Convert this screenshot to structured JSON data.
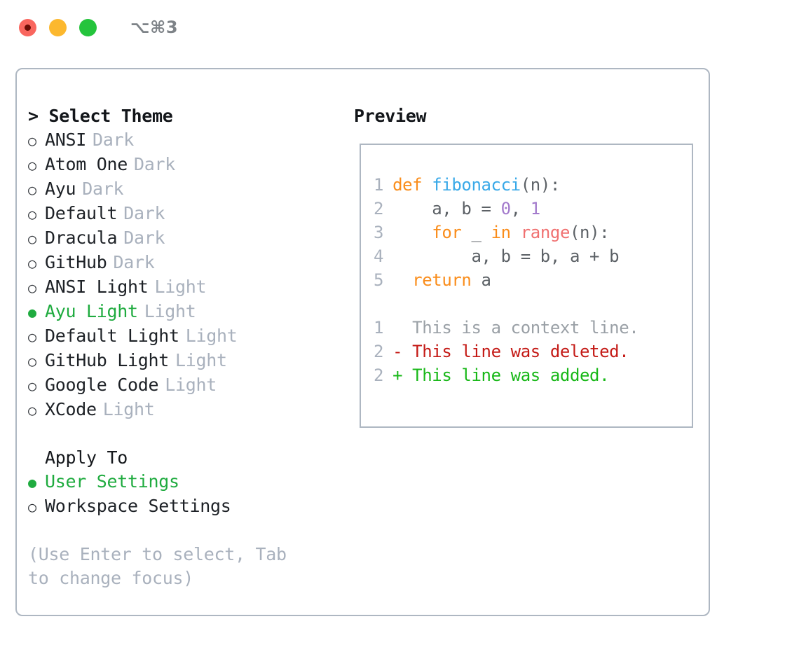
{
  "titlebar": {
    "shortcut": "⌥⌘3",
    "buttons": [
      {
        "name": "close",
        "color": "#f9665e"
      },
      {
        "name": "minimize",
        "color": "#fcb82e"
      },
      {
        "name": "maximize",
        "color": "#24c43c"
      }
    ]
  },
  "theme_section": {
    "header": "> Select Theme",
    "options": [
      {
        "bullet": "○",
        "label": "ANSI",
        "variant": "Dark",
        "selected": false
      },
      {
        "bullet": "○",
        "label": "Atom One",
        "variant": "Dark",
        "selected": false
      },
      {
        "bullet": "○",
        "label": "Ayu",
        "variant": "Dark",
        "selected": false
      },
      {
        "bullet": "○",
        "label": "Default",
        "variant": "Dark",
        "selected": false
      },
      {
        "bullet": "○",
        "label": "Dracula",
        "variant": "Dark",
        "selected": false
      },
      {
        "bullet": "○",
        "label": "GitHub",
        "variant": "Dark",
        "selected": false
      },
      {
        "bullet": "○",
        "label": "ANSI Light",
        "variant": "Light",
        "selected": false
      },
      {
        "bullet": "●",
        "label": "Ayu Light",
        "variant": "Light",
        "selected": true
      },
      {
        "bullet": "○",
        "label": "Default Light",
        "variant": "Light",
        "selected": false
      },
      {
        "bullet": "○",
        "label": "GitHub Light",
        "variant": "Light",
        "selected": false
      },
      {
        "bullet": "○",
        "label": "Google Code",
        "variant": "Light",
        "selected": false
      },
      {
        "bullet": "○",
        "label": "XCode",
        "variant": "Light",
        "selected": false
      }
    ]
  },
  "apply_section": {
    "header": "Apply To",
    "options": [
      {
        "bullet": "●",
        "label": "User Settings",
        "selected": true
      },
      {
        "bullet": "○",
        "label": "Workspace Settings",
        "selected": false
      }
    ]
  },
  "hint": "(Use Enter to select, Tab to change focus)",
  "preview": {
    "title": "Preview",
    "code_lines": [
      {
        "lineno": "1",
        "tokens": [
          {
            "text": "def ",
            "style": "kw"
          },
          {
            "text": "fibonacci",
            "style": "fn"
          },
          {
            "text": "(n):",
            "style": "pl"
          }
        ]
      },
      {
        "lineno": "2",
        "tokens": [
          {
            "text": "    a, b = ",
            "style": "pl"
          },
          {
            "text": "0",
            "style": "num"
          },
          {
            "text": ", ",
            "style": "pl"
          },
          {
            "text": "1",
            "style": "num"
          }
        ]
      },
      {
        "lineno": "3",
        "tokens": [
          {
            "text": "    ",
            "style": "pl"
          },
          {
            "text": "for",
            "style": "kw"
          },
          {
            "text": " _ ",
            "style": "pl"
          },
          {
            "text": "in",
            "style": "kw"
          },
          {
            "text": " ",
            "style": "pl"
          },
          {
            "text": "range",
            "style": "call"
          },
          {
            "text": "(n):",
            "style": "pl"
          }
        ]
      },
      {
        "lineno": "4",
        "tokens": [
          {
            "text": "        a, b = b, a + b",
            "style": "pl"
          }
        ]
      },
      {
        "lineno": "5",
        "tokens": [
          {
            "text": "  ",
            "style": "pl"
          },
          {
            "text": "return",
            "style": "kw"
          },
          {
            "text": " a",
            "style": "pl"
          }
        ]
      }
    ],
    "diff_lines": [
      {
        "lineno": "1",
        "marker": "  ",
        "text": "This is a context line.",
        "kind": "ctx"
      },
      {
        "lineno": "2",
        "marker": "- ",
        "text": "This line was deleted.",
        "kind": "del"
      },
      {
        "lineno": "2",
        "marker": "+ ",
        "text": "This line was added.",
        "kind": "add"
      }
    ]
  },
  "colors": {
    "accent_green": "#1fab3f",
    "muted": "#a9b1bd",
    "border": "#aeb7c2",
    "keyword": "#fa8d1b",
    "function": "#39a9e8",
    "number": "#a37acc",
    "builtin": "#f07171",
    "diff_delete": "#c41a16",
    "diff_add": "#18b818"
  }
}
